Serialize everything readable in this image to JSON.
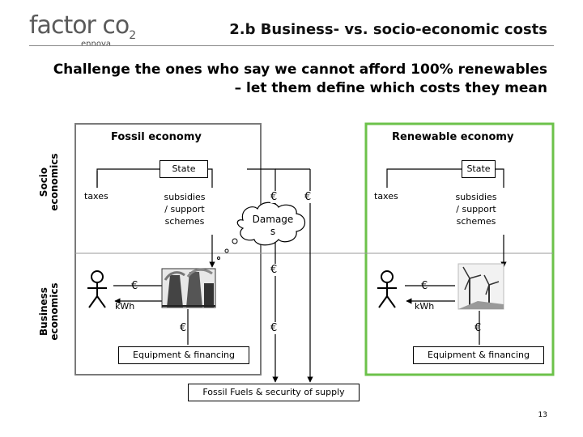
{
  "logo": {
    "main": "factor co",
    "sub_2": "2",
    "tagline": "ennova"
  },
  "title": "2.b Business- vs. socio-economic costs",
  "subtitle": {
    "line1": "Challenge the ones who say we cannot afford 100% renewables",
    "line2": "– let them define which costs they mean"
  },
  "side_labels": {
    "socio": [
      "Socio",
      "economics"
    ],
    "business": [
      "Business",
      "economics"
    ]
  },
  "fossil": {
    "title": "Fossil economy",
    "state": "State",
    "taxes": "taxes",
    "subsidies": [
      "subsidies",
      "/ support",
      "schemes"
    ],
    "euro_flow": "€",
    "kwh": "kWh",
    "euro_equipment": "€",
    "equipment": "Equipment & financing"
  },
  "renewable": {
    "title": "Renewable economy",
    "state": "State",
    "taxes": "taxes",
    "subsidies": [
      "subsidies",
      "/ support",
      "schemes"
    ],
    "euro_flow": "€",
    "kwh": "kWh",
    "euro_equipment": "€",
    "equipment": "Equipment & financing"
  },
  "middle": {
    "euro_left": "€",
    "euro_right": "€",
    "damages": [
      "Damage",
      "s"
    ],
    "euro_mid": "€",
    "euro_low": "€",
    "supply": "Fossil Fuels & security of supply"
  },
  "colors": {
    "fossil_border": "#7a7a7a",
    "renewable_border": "#6cc24a",
    "logo_co": "#7cb342"
  },
  "icons": [
    "person-icon",
    "power-plant-icon",
    "wind-turbine-icon",
    "cloud-icon"
  ],
  "page_number": "13"
}
